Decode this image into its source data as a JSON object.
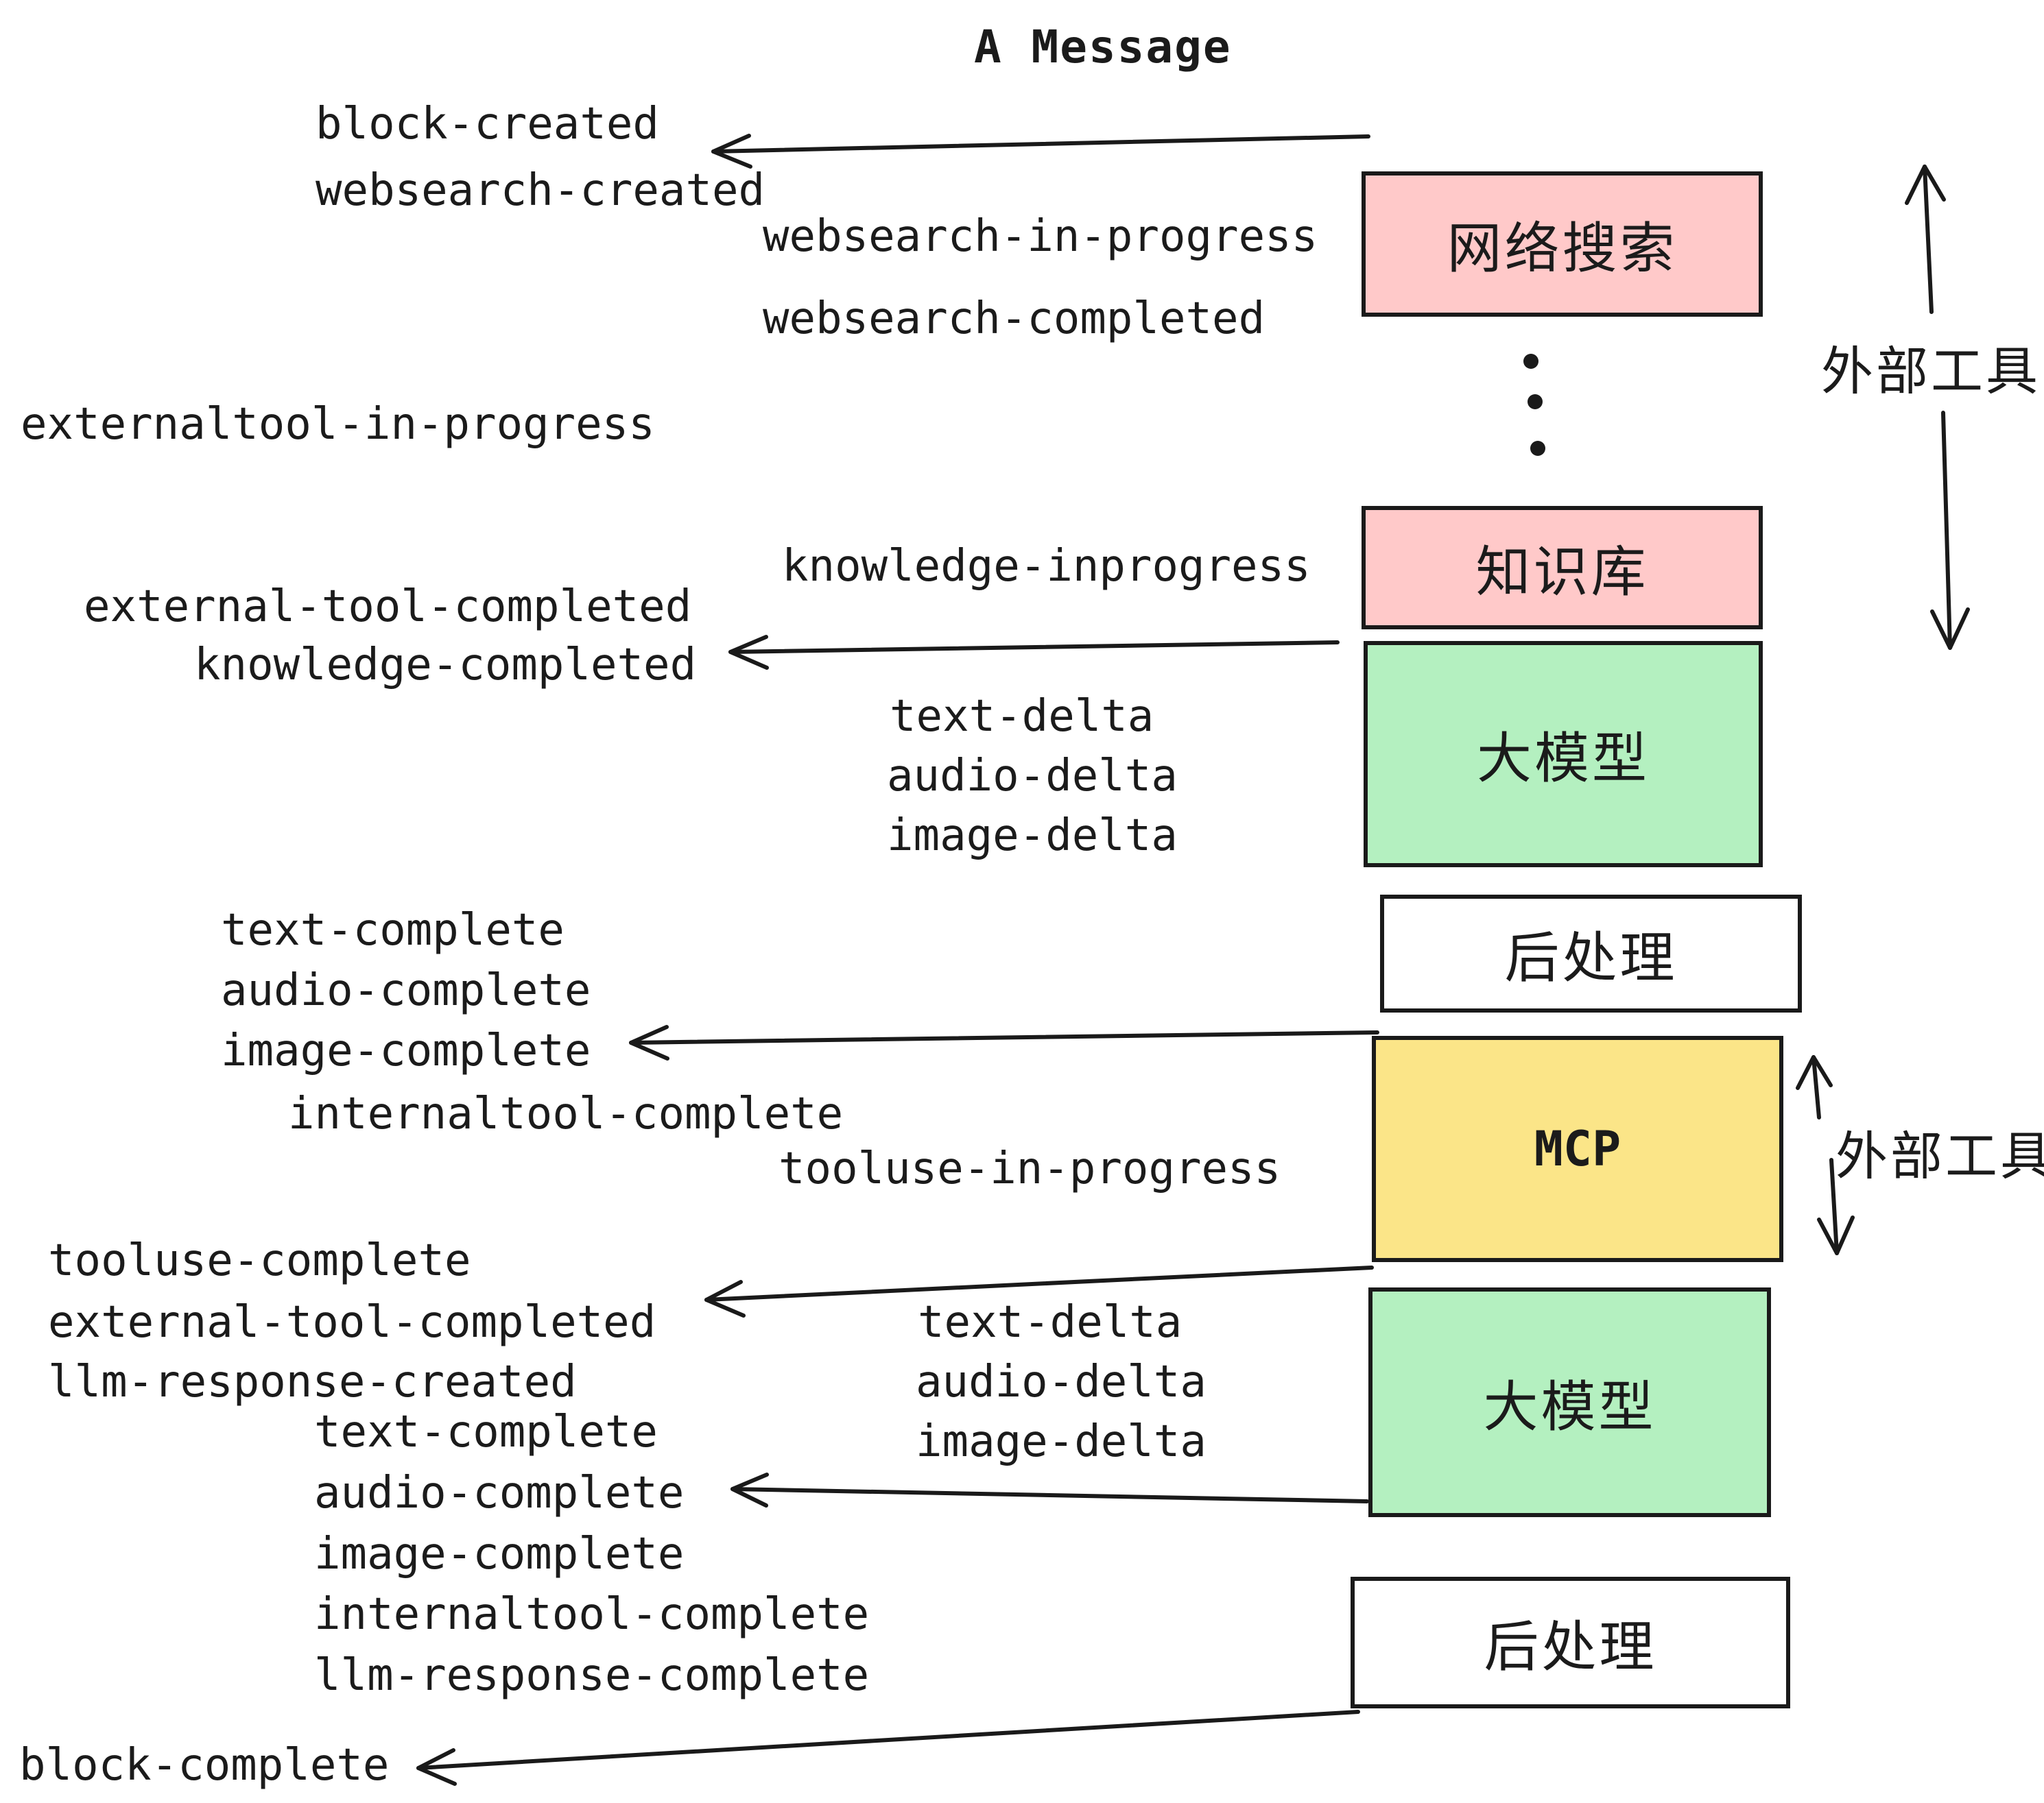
{
  "title": "A Message",
  "colors": {
    "background": "#ffffff",
    "ink": "#1a1a1a",
    "pink_box": "#ffc9c9",
    "green_box": "#b4f0c0",
    "yellow_box": "#fbe588",
    "white_box": "#ffffff"
  },
  "boxes": [
    {
      "id": "websearch",
      "label": "网络搜索",
      "color": "#ffc9c9"
    },
    {
      "id": "knowledge",
      "label": "知识库",
      "color": "#ffc9c9"
    },
    {
      "id": "llm-1",
      "label": "大模型",
      "color": "#b4f0c0"
    },
    {
      "id": "postprocess-1",
      "label": "后处理",
      "color": "#ffffff"
    },
    {
      "id": "mcp",
      "label": "MCP",
      "color": "#fbe588"
    },
    {
      "id": "llm-2",
      "label": "大模型",
      "color": "#b4f0c0"
    },
    {
      "id": "postprocess-2",
      "label": "后处理",
      "color": "#ffffff"
    }
  ],
  "side_labels": [
    {
      "id": "external-tools-top",
      "text": "外部工具"
    },
    {
      "id": "external-tools-mcp",
      "text": "外部工具"
    }
  ],
  "events": [
    {
      "id": "block-created",
      "text": "block-created"
    },
    {
      "id": "websearch-created",
      "text": "websearch-created"
    },
    {
      "id": "websearch-in-progress",
      "text": "websearch-in-progress"
    },
    {
      "id": "websearch-completed",
      "text": "websearch-completed"
    },
    {
      "id": "externaltool-in-progress",
      "text": "externaltool-in-progress"
    },
    {
      "id": "knowledge-inprogress",
      "text": "knowledge-inprogress"
    },
    {
      "id": "external-tool-completed-1",
      "text": "external-tool-completed"
    },
    {
      "id": "knowledge-completed",
      "text": "knowledge-completed"
    },
    {
      "id": "text-delta-1",
      "text": "text-delta"
    },
    {
      "id": "audio-delta-1",
      "text": "audio-delta"
    },
    {
      "id": "image-delta-1",
      "text": "image-delta"
    },
    {
      "id": "text-complete-1",
      "text": "text-complete"
    },
    {
      "id": "audio-complete-1",
      "text": "audio-complete"
    },
    {
      "id": "image-complete-1",
      "text": "image-complete"
    },
    {
      "id": "internaltool-complete-1",
      "text": "internaltool-complete"
    },
    {
      "id": "tooluse-in-progress",
      "text": "tooluse-in-progress"
    },
    {
      "id": "tooluse-complete",
      "text": "tooluse-complete"
    },
    {
      "id": "external-tool-completed-2",
      "text": "external-tool-completed"
    },
    {
      "id": "llm-response-created",
      "text": "llm-response-created"
    },
    {
      "id": "text-delta-2",
      "text": "text-delta"
    },
    {
      "id": "audio-delta-2",
      "text": "audio-delta"
    },
    {
      "id": "image-delta-2",
      "text": "image-delta"
    },
    {
      "id": "text-complete-2",
      "text": "text-complete"
    },
    {
      "id": "audio-complete-2",
      "text": "audio-complete"
    },
    {
      "id": "image-complete-2",
      "text": "image-complete"
    },
    {
      "id": "internaltool-complete-2",
      "text": "internaltool-complete"
    },
    {
      "id": "llm-response-complete",
      "text": "llm-response-complete"
    },
    {
      "id": "block-complete",
      "text": "block-complete"
    }
  ]
}
